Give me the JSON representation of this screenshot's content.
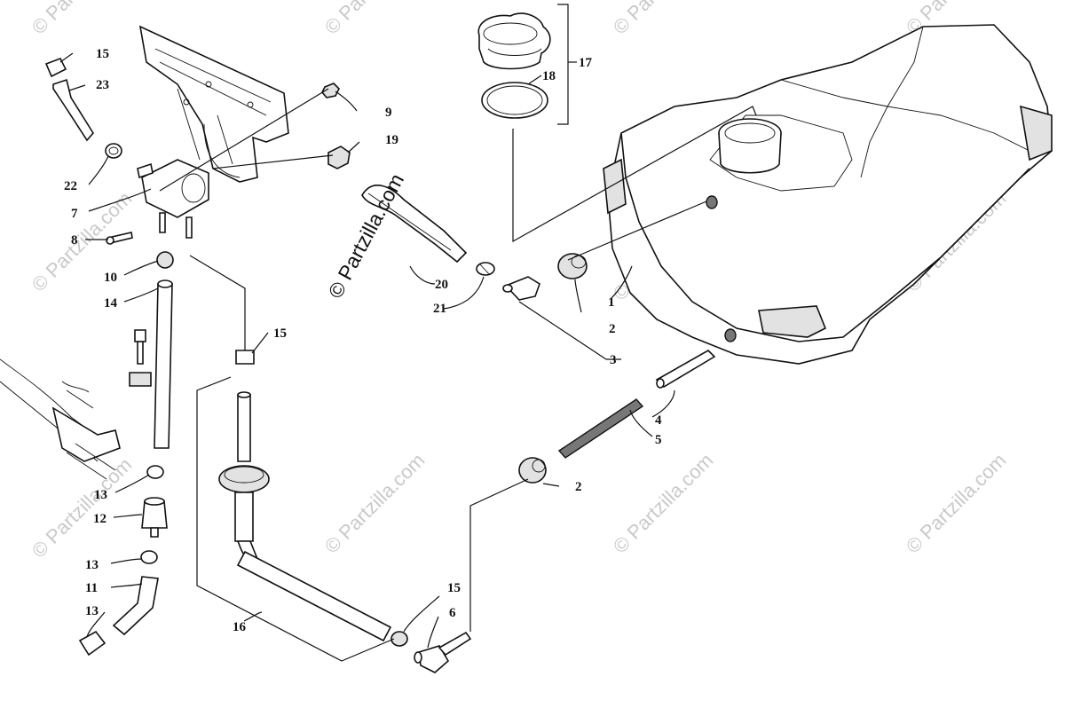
{
  "watermark": {
    "main_text": "© Partzilla.com",
    "repeat_text": "© Partzilla.com"
  },
  "callouts": {
    "c1": "1",
    "c2a": "2",
    "c2b": "2",
    "c3": "3",
    "c4": "4",
    "c5": "5",
    "c6": "6",
    "c7": "7",
    "c8": "8",
    "c9": "9",
    "c10": "10",
    "c11": "11",
    "c12": "12",
    "c13a": "13",
    "c13b": "13",
    "c13c": "13",
    "c14": "14",
    "c15a": "15",
    "c15b": "15",
    "c15c": "15",
    "c16": "16",
    "c17": "17",
    "c18": "18",
    "c19": "19",
    "c20": "20",
    "c21": "21",
    "c22": "22",
    "c23": "23"
  }
}
